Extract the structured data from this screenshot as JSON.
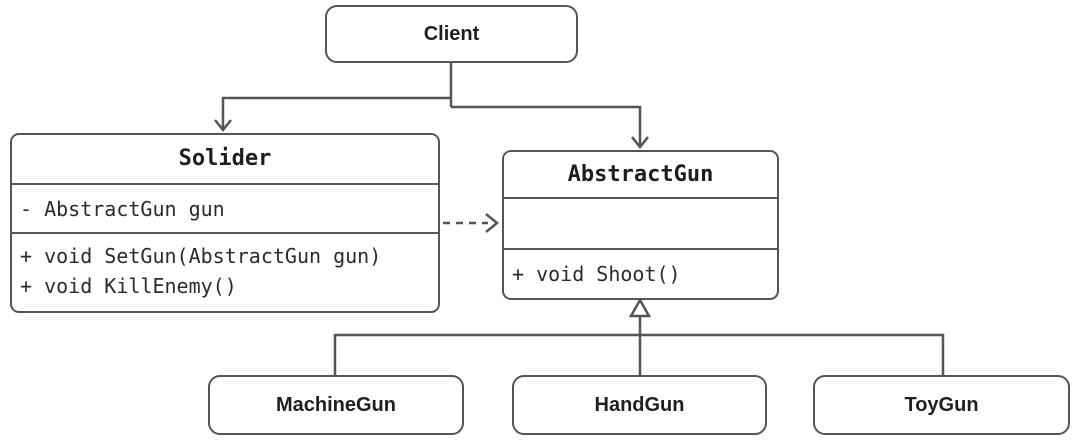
{
  "diagram": {
    "background": "#ffffff",
    "line_color": "#555555",
    "title_text_color": "#1f1f1f",
    "member_text_color": "#2b2b2b",
    "nodes": {
      "client": {
        "label": "Client"
      },
      "solider": {
        "name": "Solider",
        "fields": [
          "- AbstractGun gun"
        ],
        "methods": [
          "+ void SetGun(AbstractGun gun)",
          "+ void KillEnemy()"
        ]
      },
      "abstract_gun": {
        "name": "AbstractGun",
        "fields": [],
        "methods": [
          "+ void Shoot()"
        ]
      },
      "machine_gun": {
        "label": "MachineGun"
      },
      "hand_gun": {
        "label": "HandGun"
      },
      "toy_gun": {
        "label": "ToyGun"
      }
    },
    "relations": [
      {
        "from": "Client",
        "to": "Solider",
        "type": "directed-association"
      },
      {
        "from": "Client",
        "to": "AbstractGun",
        "type": "directed-association"
      },
      {
        "from": "Solider",
        "to": "AbstractGun",
        "type": "dashed-dependency"
      },
      {
        "from": "MachineGun",
        "to": "AbstractGun",
        "type": "inheritance"
      },
      {
        "from": "HandGun",
        "to": "AbstractGun",
        "type": "inheritance"
      },
      {
        "from": "ToyGun",
        "to": "AbstractGun",
        "type": "inheritance"
      }
    ]
  }
}
